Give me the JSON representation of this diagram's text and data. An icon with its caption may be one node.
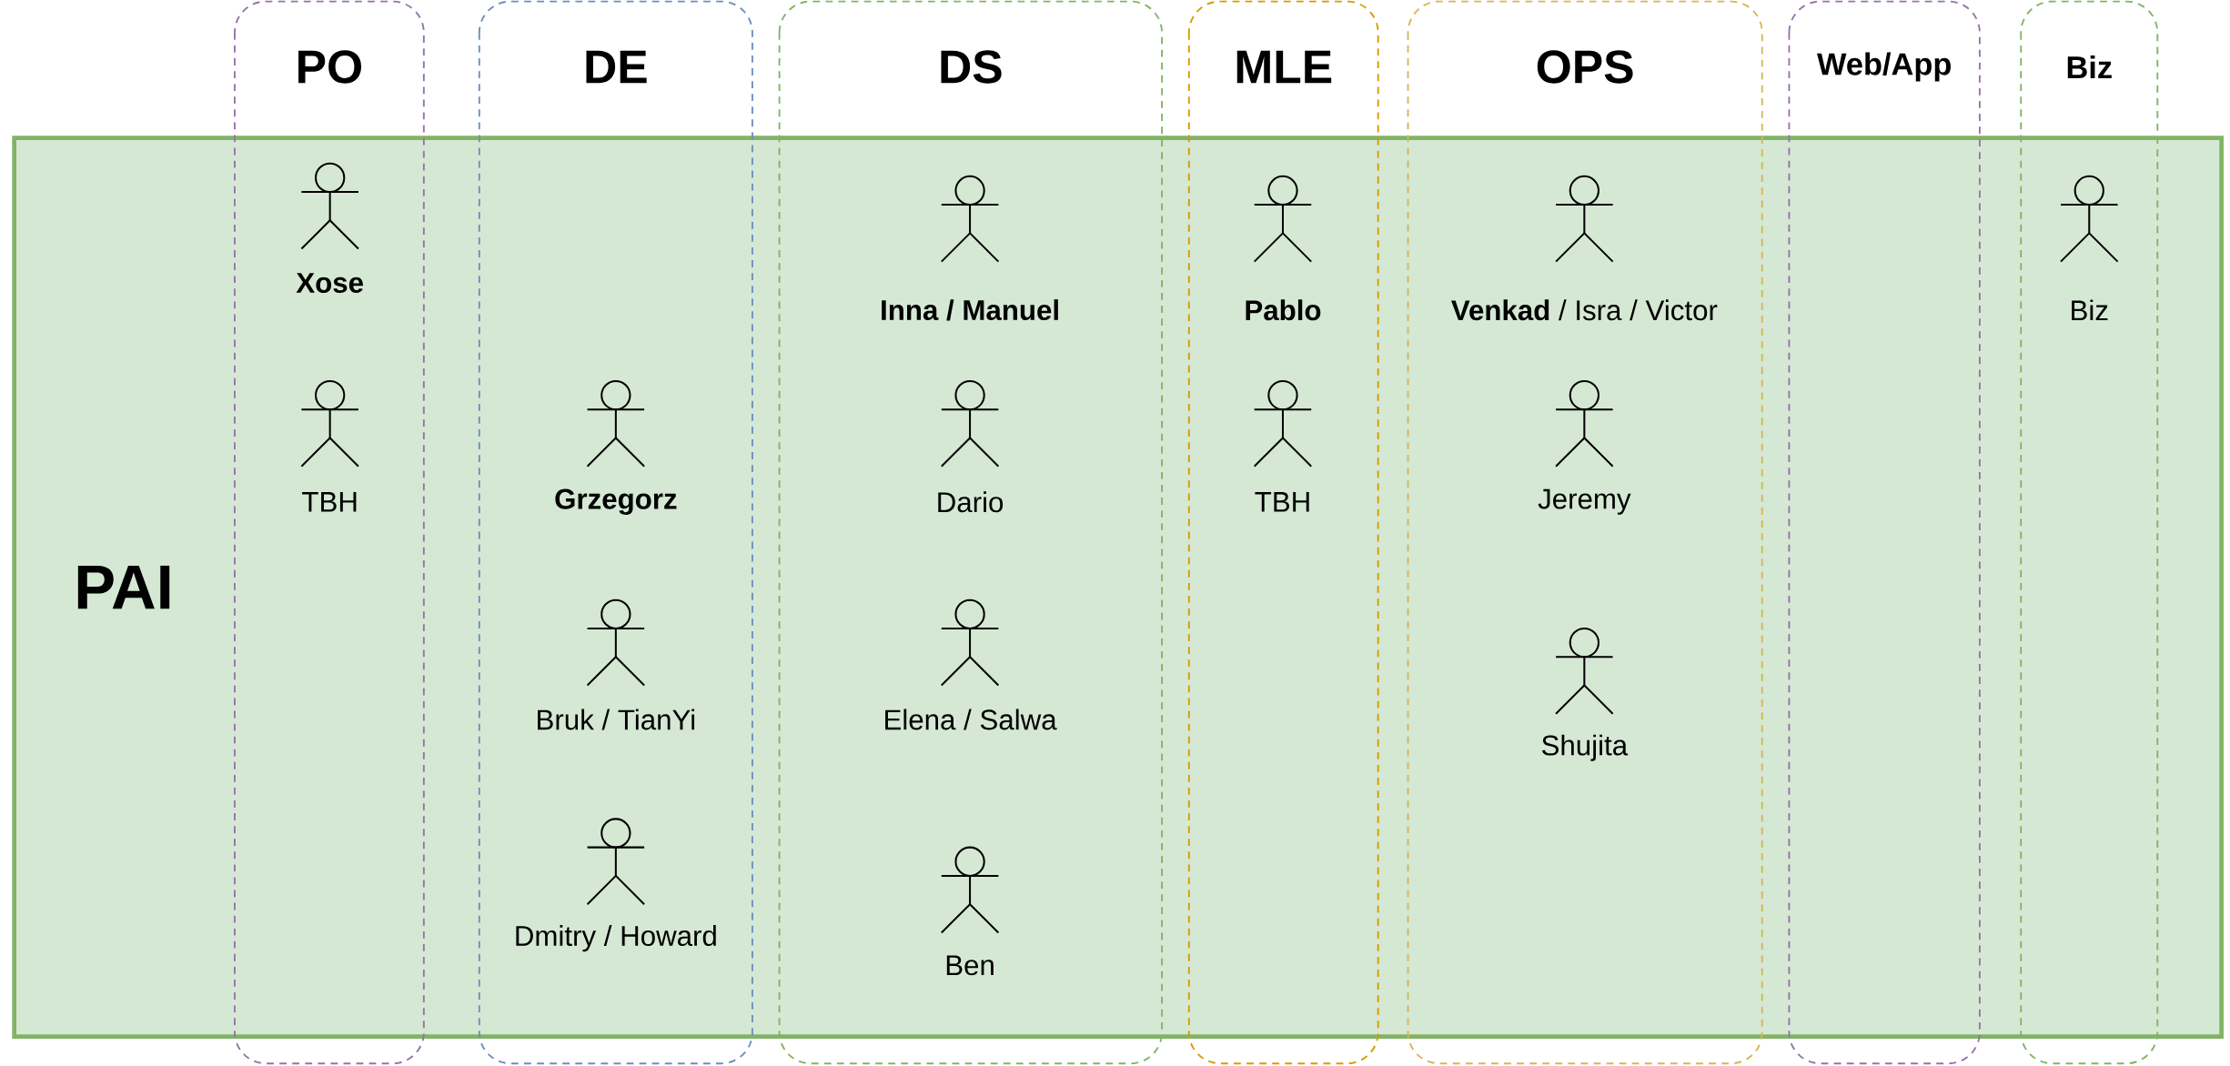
{
  "diagram": {
    "nodes": [
      {
        "text": [
          "PAI"
        ]
      },
      {
        "text": [
          "PO"
        ]
      },
      {
        "text": [
          "Xose"
        ],
        "in": 1
      },
      {
        "text": [
          "TBH"
        ],
        "in": 1
      },
      {
        "text": [
          "DE"
        ]
      },
      {
        "text": [
          "Grzegorz"
        ],
        "in": 4
      },
      {
        "text": [
          "Bruk / TianYi"
        ],
        "in": 4
      },
      {
        "text": [
          "Dmitry / Howard"
        ],
        "in": 4
      },
      {
        "text": [
          "DS"
        ]
      },
      {
        "text": [
          "Inna / Manuel"
        ],
        "in": 8
      },
      {
        "text": [
          "Dario"
        ],
        "in": 8
      },
      {
        "text": [
          "Elena / Salwa"
        ],
        "in": 8
      },
      {
        "text": [
          "Ben"
        ],
        "in": 8
      },
      {
        "text": [
          "MLE"
        ]
      },
      {
        "text": [
          "Pablo"
        ],
        "in": 13
      },
      {
        "text": [
          "TBH"
        ],
        "in": 13
      },
      {
        "text": [
          "OPS"
        ]
      },
      {
        "text": [
          "**Venkad**  / Isra / Victor"
        ],
        "in": 16
      },
      {
        "text": [
          "Jeremy"
        ],
        "in": 16
      },
      {
        "text": [
          "Shujita"
        ],
        "in": 16
      },
      {
        "text": [
          "Web/App"
        ]
      },
      {
        "text": [
          "Biz"
        ]
      },
      {
        "text": [
          "Biz"
        ],
        "in": 21
      }
    ]
  }
}
